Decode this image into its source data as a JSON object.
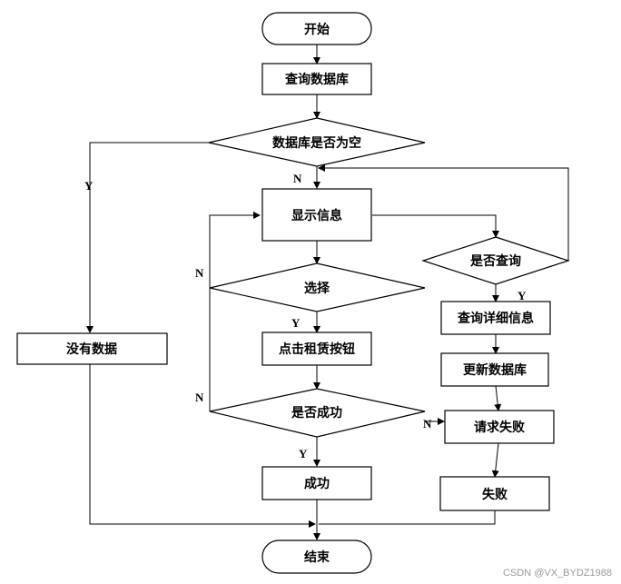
{
  "nodes": {
    "start": "开始",
    "query_db": "查询数据库",
    "db_empty": "数据库是否为空",
    "show_info": "显示信息",
    "is_query": "是否查询",
    "select": "选择",
    "query_detail": "查询详细信息",
    "click_rent": "点击租赁按钮",
    "update_db": "更新数据库",
    "is_success": "是否成功",
    "request_fail": "请求失败",
    "no_data": "没有数据",
    "success": "成功",
    "fail": "失败",
    "end": "结束"
  },
  "labels": {
    "yes": "Y",
    "no": "N"
  },
  "watermark": "CSDN @VX_BYDZ1988"
}
